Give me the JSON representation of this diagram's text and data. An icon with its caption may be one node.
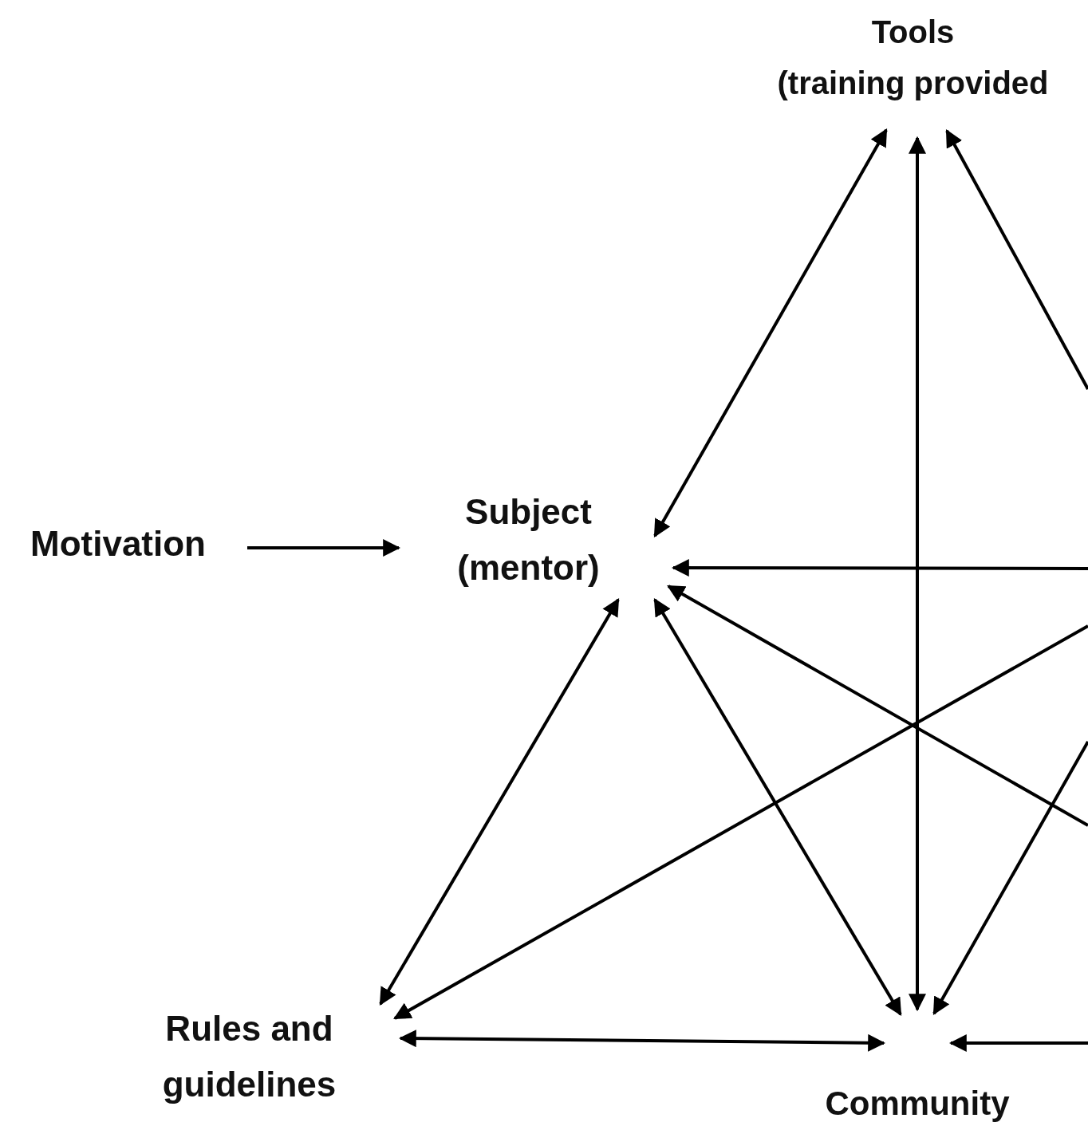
{
  "diagram": {
    "nodes": [
      {
        "text": [
          "Tools",
          "(training provided"
        ]
      },
      {
        "text": [
          "Motivation"
        ]
      },
      {
        "text": [
          "Subject (mentor)"
        ]
      },
      {
        "text": [
          "Rules and guidelines"
        ]
      },
      {
        "text": [
          "Community"
        ]
      }
    ],
    "edges": [
      {
        "from": 0,
        "to": 2,
        "arrow": "both"
      },
      {
        "from": 0,
        "to": 4,
        "arrow": "both"
      },
      {
        "from": null,
        "to": 0,
        "arrow": "to"
      },
      {
        "from": null,
        "to": 2,
        "arrow": "to"
      },
      {
        "from": null,
        "to": 2,
        "arrow": "to"
      },
      {
        "from": 2,
        "to": 3,
        "arrow": "both"
      },
      {
        "from": 2,
        "to": 4,
        "arrow": "both"
      },
      {
        "from": 1,
        "to": 2,
        "arrow": "to"
      },
      {
        "from": null,
        "to": 3,
        "arrow": "to"
      },
      {
        "from": 3,
        "to": 4,
        "arrow": "both"
      },
      {
        "from": null,
        "to": 4,
        "arrow": "to"
      },
      {
        "from": null,
        "to": 4,
        "arrow": "to"
      }
    ]
  }
}
